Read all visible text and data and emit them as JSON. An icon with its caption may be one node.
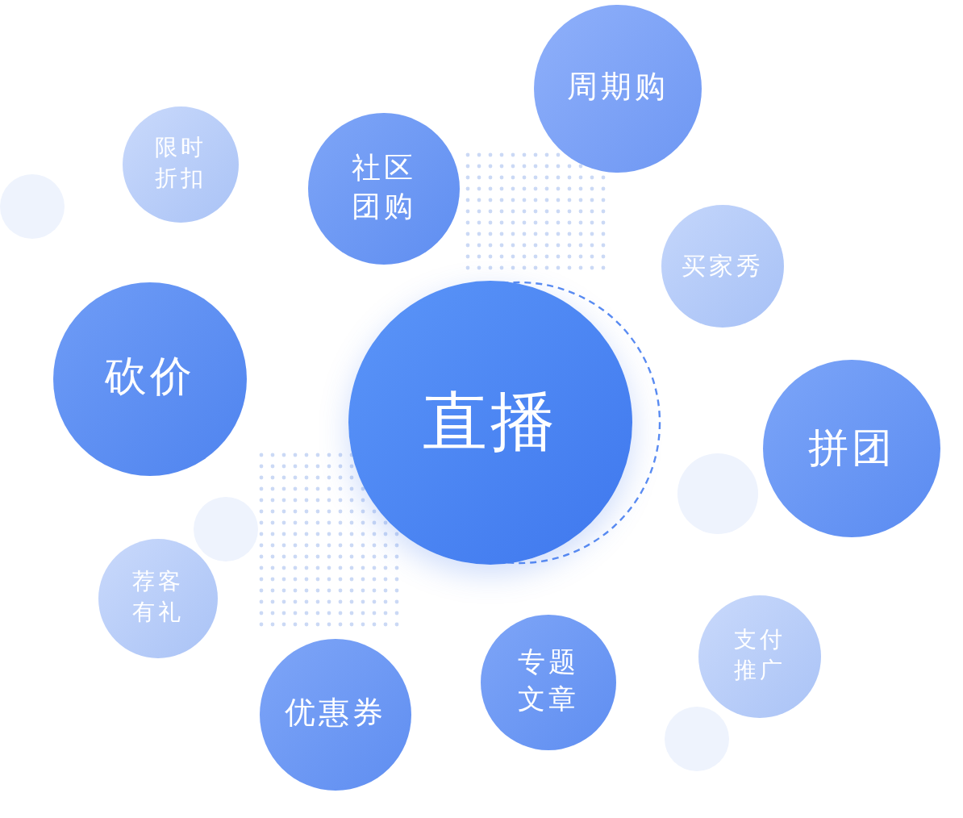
{
  "diagram": {
    "nodes": [
      {
        "text": [
          "周期购"
        ]
      },
      {
        "text": [
          "限时折扣"
        ]
      },
      {
        "text": [
          "社区团购"
        ]
      },
      {
        "text": [],
        "shape": "circle"
      },
      {
        "text": [
          "买家秀"
        ]
      },
      {
        "text": [
          "砍价"
        ]
      },
      {
        "text": [
          "直播"
        ]
      },
      {
        "text": [
          "拼团"
        ]
      },
      {
        "text": [],
        "shape": "circle"
      },
      {
        "text": [],
        "shape": "circle"
      },
      {
        "text": [
          "荐客有礼"
        ]
      },
      {
        "text": [
          "支付推广"
        ]
      },
      {
        "text": [
          "专题文章"
        ]
      },
      {
        "text": [
          "优惠券"
        ]
      },
      {
        "text": [],
        "shape": "circle"
      }
    ],
    "edges": []
  }
}
